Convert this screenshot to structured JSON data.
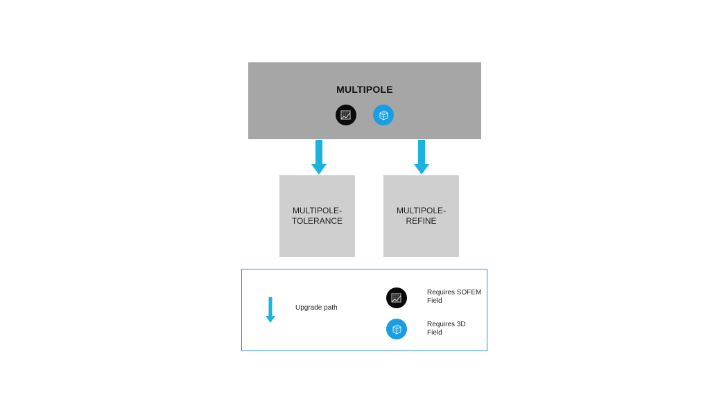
{
  "main_box": {
    "title": "MULTIPOLE"
  },
  "sub_boxes": [
    {
      "line1": "MULTIPOLE-",
      "line2": "TOLERANCE"
    },
    {
      "line1": "MULTIPOLE-",
      "line2": "REFINE"
    }
  ],
  "icons": {
    "sofem": "sofem-field-icon",
    "threed": "3d-field-icon"
  },
  "legend": {
    "upgrade_path": "Upgrade  path",
    "sofem_line1": "Requires  SOFEM",
    "sofem_line2": "Field",
    "threed_line1": "Requires  3D",
    "threed_line2": "Field"
  },
  "colors": {
    "main_box": "#a6a6a6",
    "sub_box": "#cfcfcf",
    "arrow": "#1ab3e0",
    "legend_border": "#2a8fd0",
    "sofem_badge": "#0a0a0a",
    "threed_badge": "#1a9ee0"
  }
}
